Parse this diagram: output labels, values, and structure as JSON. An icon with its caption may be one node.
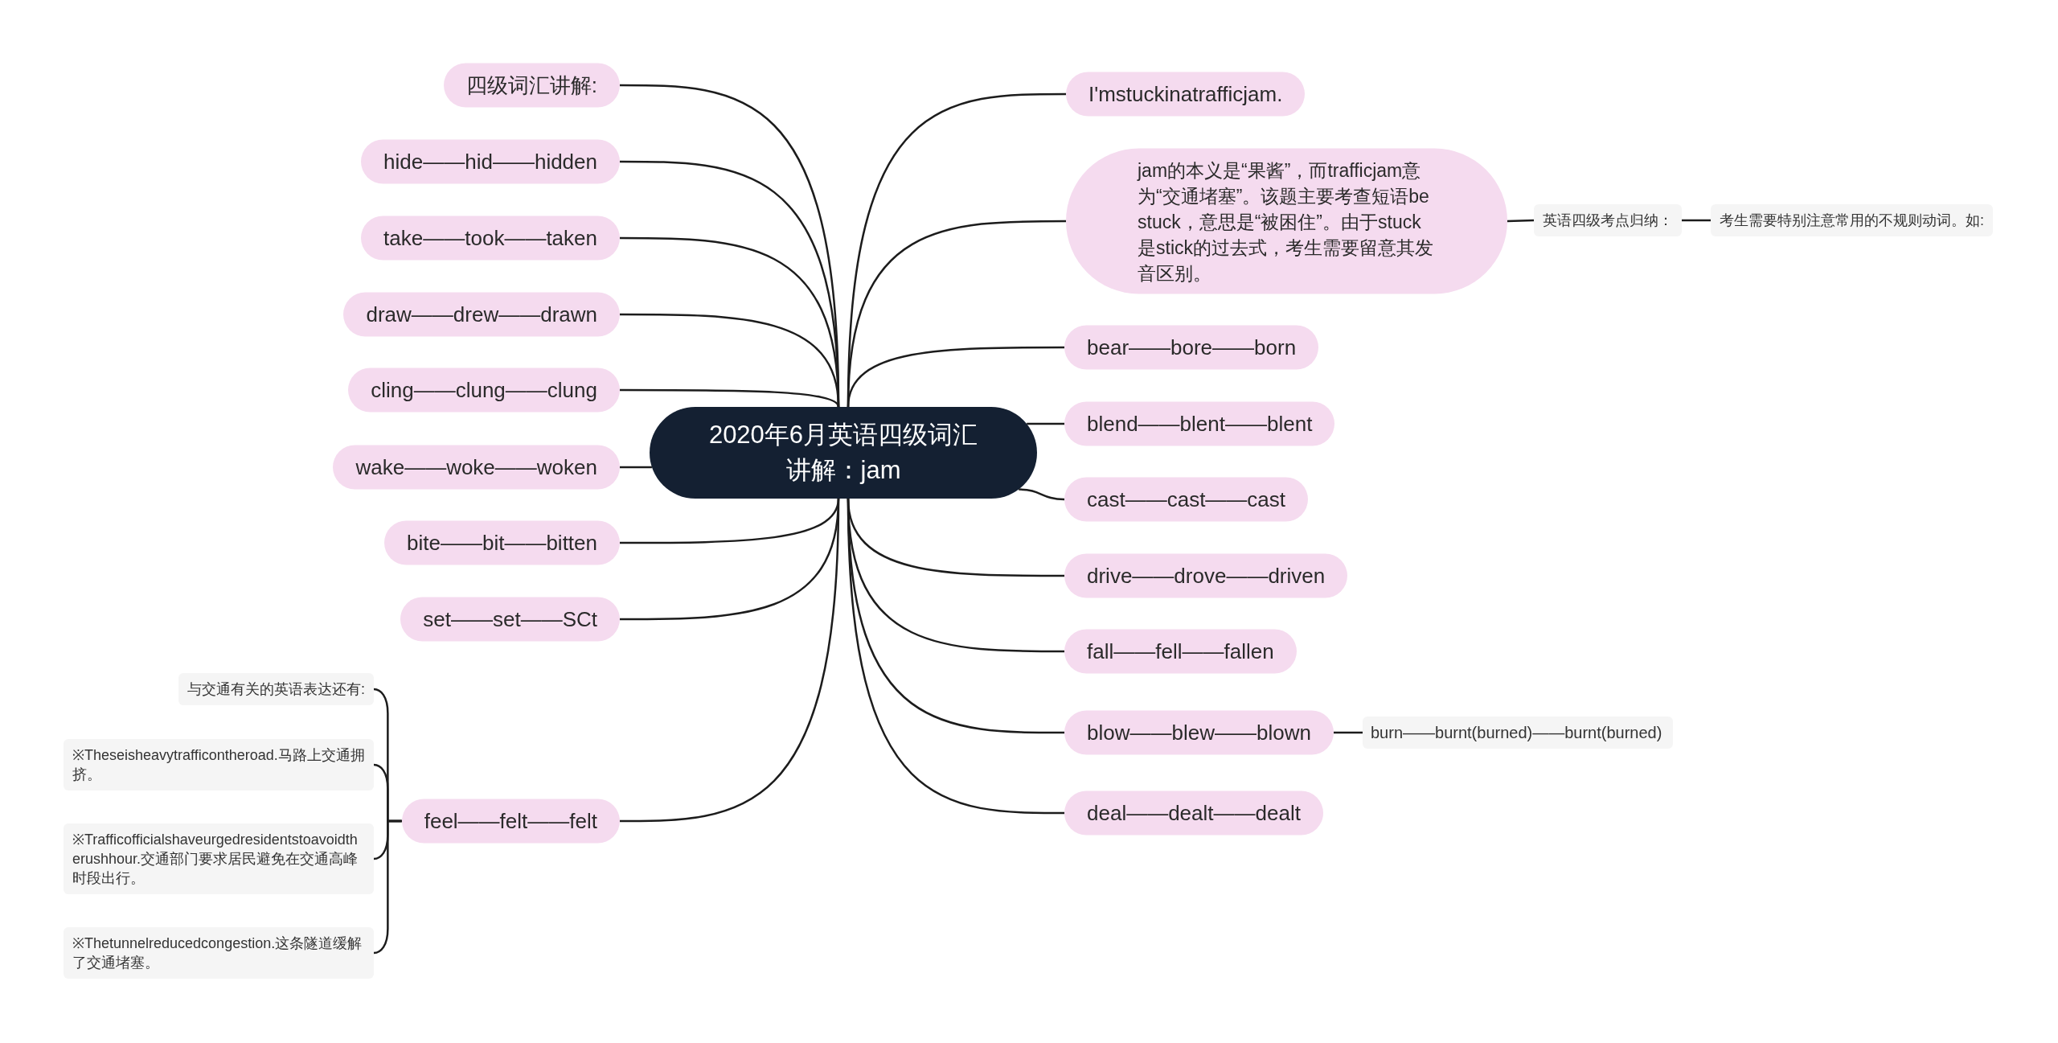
{
  "diagram": {
    "nodes": [
      {
        "text": [
          "2020年6月英语四级词汇讲解：jam"
        ]
      },
      {
        "text": [
          "四级词汇讲解:"
        ]
      },
      {
        "text": [
          "hide——hid——hidden"
        ]
      },
      {
        "text": [
          "take——took——taken"
        ]
      },
      {
        "text": [
          "draw——drew——drawn"
        ]
      },
      {
        "text": [
          "cling——clung——clung"
        ]
      },
      {
        "text": [
          "wake——woke——woken"
        ]
      },
      {
        "text": [
          "bite——bit——bitten"
        ]
      },
      {
        "text": [
          "set——set——SCt"
        ]
      },
      {
        "text": [
          "feel——felt——felt"
        ]
      },
      {
        "text": [
          "与交通有关的英语表达还有:"
        ]
      },
      {
        "text": [
          "※Theseisheavytrafficontheroad.马路上交通拥挤。"
        ]
      },
      {
        "text": [
          "※Trafficofficialshaveurgedresidentstoavoidtherushhour.交通部门要求居民避免在交通高峰时段出行。"
        ]
      },
      {
        "text": [
          "※Thetunnelreducedcongestion.这条隧道缓解了交通堵塞。"
        ]
      },
      {
        "text": [
          "I'mstuckinatrafficjam."
        ]
      },
      {
        "text": [
          "jam的本义是“果酱”，而trafficjam意为“交通堵塞”。该题主要考查短语bestuck，意思是“被困住”。由于stuck是stick的过去式，考生需要留意其发音区别。"
        ]
      },
      {
        "text": [
          "英语四级考点归纳："
        ]
      },
      {
        "text": [
          "考生需要特别注意常用的不规则动词。如:"
        ]
      },
      {
        "text": [
          "bear——bore——born"
        ]
      },
      {
        "text": [
          "blend——blent——blent"
        ]
      },
      {
        "text": [
          "cast——cast——cast"
        ]
      },
      {
        "text": [
          "drive——drove——driven"
        ]
      },
      {
        "text": [
          "fall——fell——fallen"
        ]
      },
      {
        "text": [
          "blow——blew——blown"
        ]
      },
      {
        "text": [
          "burn——burnt(burned)——burnt(burned)"
        ]
      },
      {
        "text": [
          "deal——dealt——dealt"
        ]
      }
    ],
    "edges": [
      {
        "from": 0,
        "to": 1,
        "arrow": "none"
      },
      {
        "from": 0,
        "to": 2,
        "arrow": "none"
      },
      {
        "from": 0,
        "to": 3,
        "arrow": "none"
      },
      {
        "from": 0,
        "to": 4,
        "arrow": "none"
      },
      {
        "from": 0,
        "to": 5,
        "arrow": "none"
      },
      {
        "from": 0,
        "to": 6,
        "arrow": "none"
      },
      {
        "from": 0,
        "to": 7,
        "arrow": "none"
      },
      {
        "from": 0,
        "to": 8,
        "arrow": "none"
      },
      {
        "from": 0,
        "to": 9,
        "arrow": "none"
      },
      {
        "from": 9,
        "to": 10,
        "arrow": "none"
      },
      {
        "from": 9,
        "to": 11,
        "arrow": "none"
      },
      {
        "from": 9,
        "to": 12,
        "arrow": "none"
      },
      {
        "from": 9,
        "to": 13,
        "arrow": "none"
      },
      {
        "from": 0,
        "to": 14,
        "arrow": "none"
      },
      {
        "from": 0,
        "to": 15,
        "arrow": "none"
      },
      {
        "from": 15,
        "to": 16,
        "arrow": "none"
      },
      {
        "from": 16,
        "to": 17,
        "arrow": "none"
      },
      {
        "from": 0,
        "to": 18,
        "arrow": "none"
      },
      {
        "from": 0,
        "to": 19,
        "arrow": "none"
      },
      {
        "from": 0,
        "to": 20,
        "arrow": "none"
      },
      {
        "from": 0,
        "to": 21,
        "arrow": "none"
      },
      {
        "from": 0,
        "to": 22,
        "arrow": "none"
      },
      {
        "from": 0,
        "to": 23,
        "arrow": "none"
      },
      {
        "from": 23,
        "to": 24,
        "arrow": "none"
      },
      {
        "from": 0,
        "to": 25,
        "arrow": "none"
      }
    ]
  }
}
